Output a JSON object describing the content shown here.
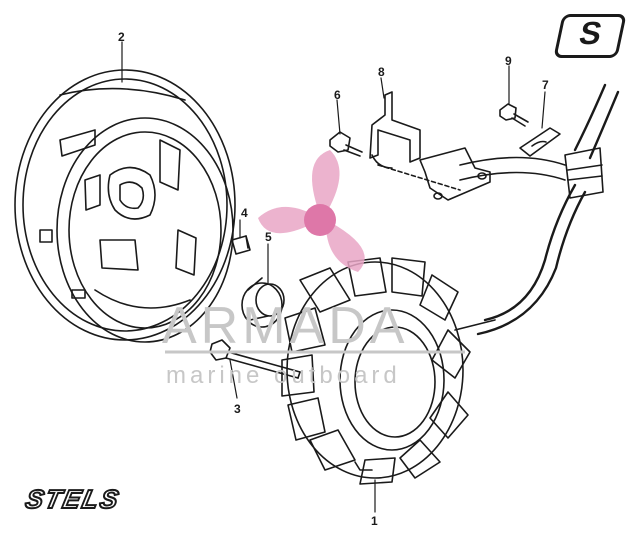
{
  "callouts": {
    "p1": "1",
    "p2": "2",
    "p3": "3",
    "p4": "4",
    "p5": "5",
    "p6": "6",
    "p7": "7",
    "p8": "8",
    "p9": "9"
  },
  "brand": {
    "logo": "STELS",
    "badge": "S"
  },
  "watermark": {
    "title": "ARMADA",
    "subtitle": "marine outboard"
  },
  "colors": {
    "line": "#1a1a1a",
    "watermark_gray": "#c7c7c7",
    "watermark_pink": "#e9a6c6",
    "watermark_pink_dark": "#d9609a"
  }
}
